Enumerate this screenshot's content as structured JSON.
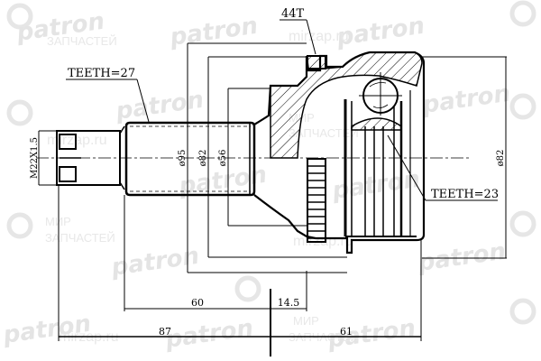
{
  "drawing": {
    "title": "CV joint outer technical drawing",
    "colors": {
      "line": "#000000",
      "watermark": "#e4e4e4",
      "background": "#ffffff"
    },
    "callouts": {
      "teeth_shaft": "TEETH=27",
      "teeth_inner": "TEETH=23",
      "abs_ring": "44T"
    },
    "thread": "M22X1.5",
    "diameters": {
      "d95": "ø95",
      "d82": "ø82",
      "d56": "ø56",
      "d82_right": "ø82"
    },
    "lengths": {
      "l60": "60",
      "l14_5": "14.5",
      "l87": "87",
      "l61": "61"
    }
  },
  "watermarks": {
    "brand": "patron",
    "sub1": "ЗАПЧАСТЕЙ",
    "sub2": "МИР",
    "site": "mirzap.ru"
  }
}
